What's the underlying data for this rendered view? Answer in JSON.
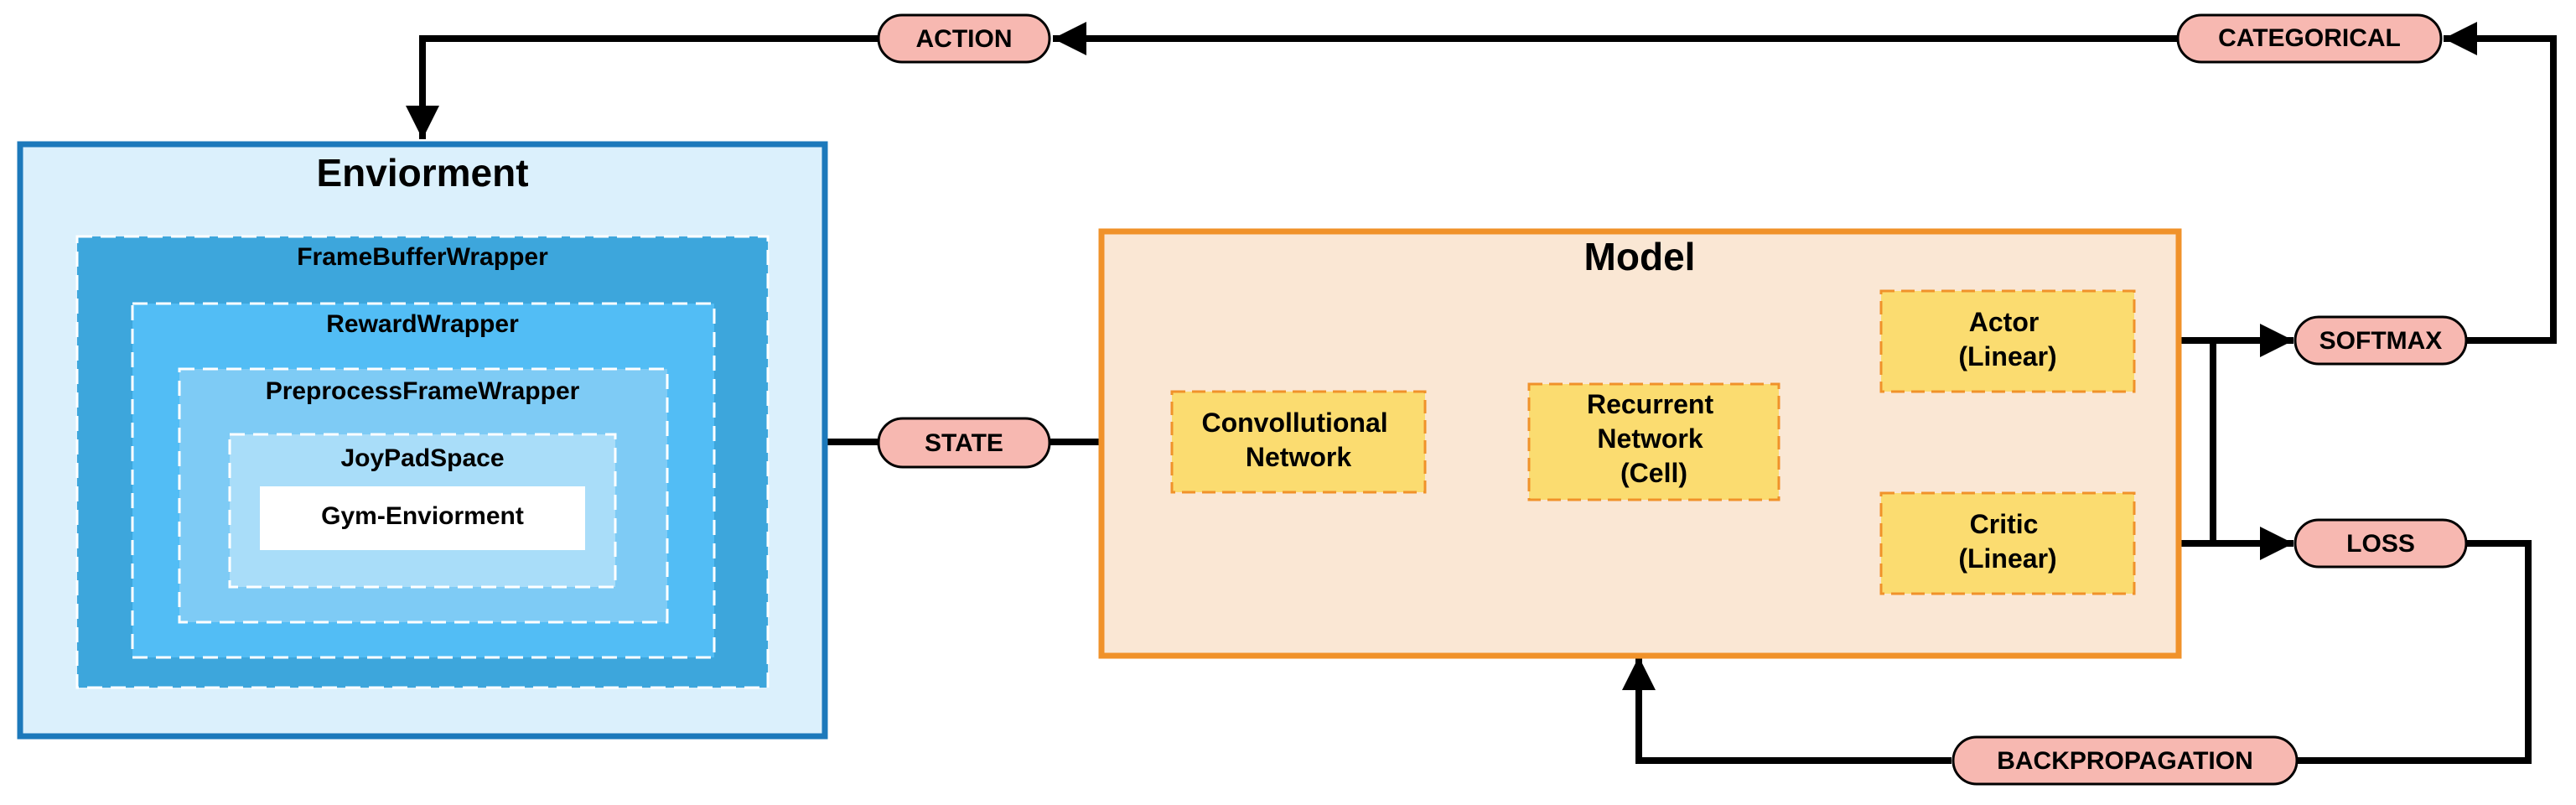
{
  "environment": {
    "title": "Enviorment",
    "wrappers": [
      "FrameBufferWrapper",
      "RewardWrapper",
      "PreprocessFrameWrapper",
      "JoyPadSpace"
    ],
    "core": "Gym-Enviorment",
    "colors": {
      "outer_fill": "#dbf0fc",
      "outer_border": "#1c79bb",
      "wrap1": "#3da6dc",
      "wrap2": "#52bdf5",
      "wrap3": "#7ecbf5",
      "wrap4": "#a9ddf9",
      "core": "#ffffff"
    }
  },
  "model": {
    "title": "Model",
    "blocks": {
      "conv": [
        "Convollutional",
        "Network"
      ],
      "rnn": [
        "Recurrent",
        "Network",
        "(Cell)"
      ],
      "actor": [
        "Actor",
        "(Linear)"
      ],
      "critic": [
        "Critic",
        "(Linear)"
      ]
    },
    "colors": {
      "fill": "#fae7d4",
      "border": "#f0922a",
      "block_fill": "#fbdc70",
      "block_border": "#f0922a"
    }
  },
  "pills": {
    "action": "ACTION",
    "categorical": "CATEGORICAL",
    "state": "STATE",
    "softmax": "SOFTMAX",
    "loss": "LOSS",
    "backprop": "BACKPROPAGATION"
  },
  "pill_colors": {
    "fill": "#f7b8b1",
    "border": "#000000"
  }
}
